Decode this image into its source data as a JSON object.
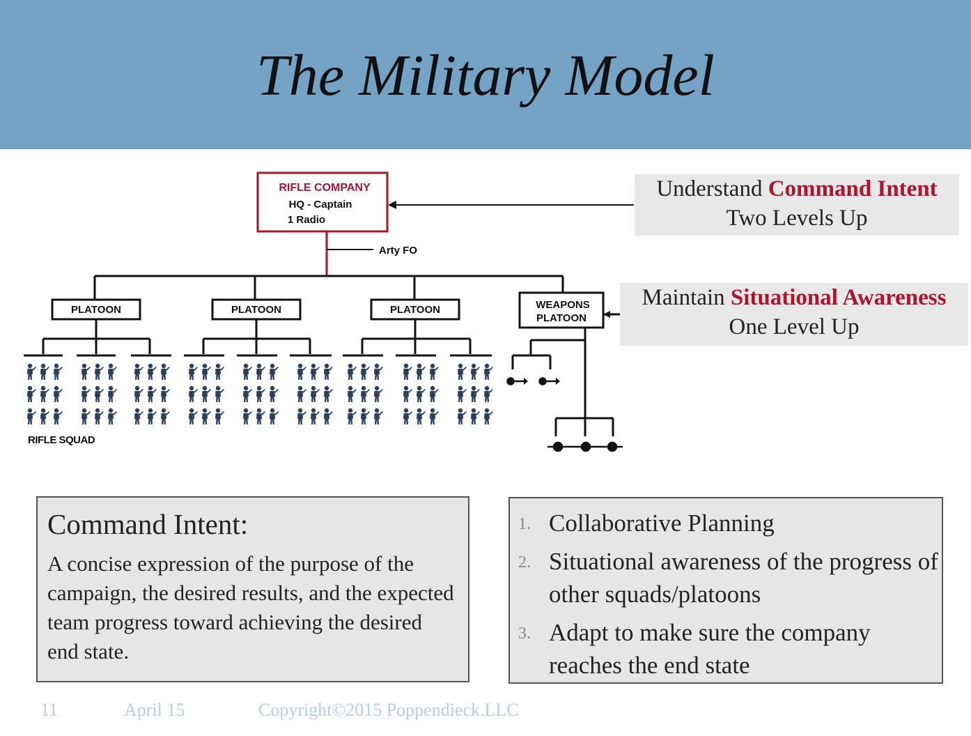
{
  "slide": {
    "title": "The Military Model"
  },
  "org_chart": {
    "company": {
      "title": "RIFLE COMPANY",
      "line1": "HQ - Captain",
      "line2": "1 Radio"
    },
    "arty_label": "Arty FO",
    "platoon_label": "PLATOON",
    "weapons_line1": "WEAPONS",
    "weapons_line2": "PLATOON",
    "rifle_squad_label": "RIFLE SQUAD"
  },
  "callouts": {
    "top": {
      "prefix": "Understand ",
      "highlight": "Command Intent",
      "line2": "Two Levels Up"
    },
    "middle": {
      "prefix": "Maintain ",
      "highlight": "Situational Awareness",
      "line2": "One Level Up"
    },
    "highlight_color": "#b0142b"
  },
  "command_intent": {
    "heading": "Command Intent:",
    "text": "A concise expression of the purpose of the campaign, the desired results, and the expected team progress toward achieving the desired end state."
  },
  "principles": [
    {
      "number": "1.",
      "text": "Collaborative Planning"
    },
    {
      "number": "2.",
      "text": "Situational awareness of the progress of other squads/platoons"
    },
    {
      "number": "3.",
      "text": "Adapt to make sure the company reaches the end state"
    }
  ],
  "footer": {
    "slide_number": "11",
    "date": "April 15",
    "copyright": "Copyright©2015 Poppendieck.LLC"
  },
  "colors": {
    "header_bg": "#74a3c6",
    "company_border": "#a5182b",
    "soldier": "#2b3f5c"
  }
}
